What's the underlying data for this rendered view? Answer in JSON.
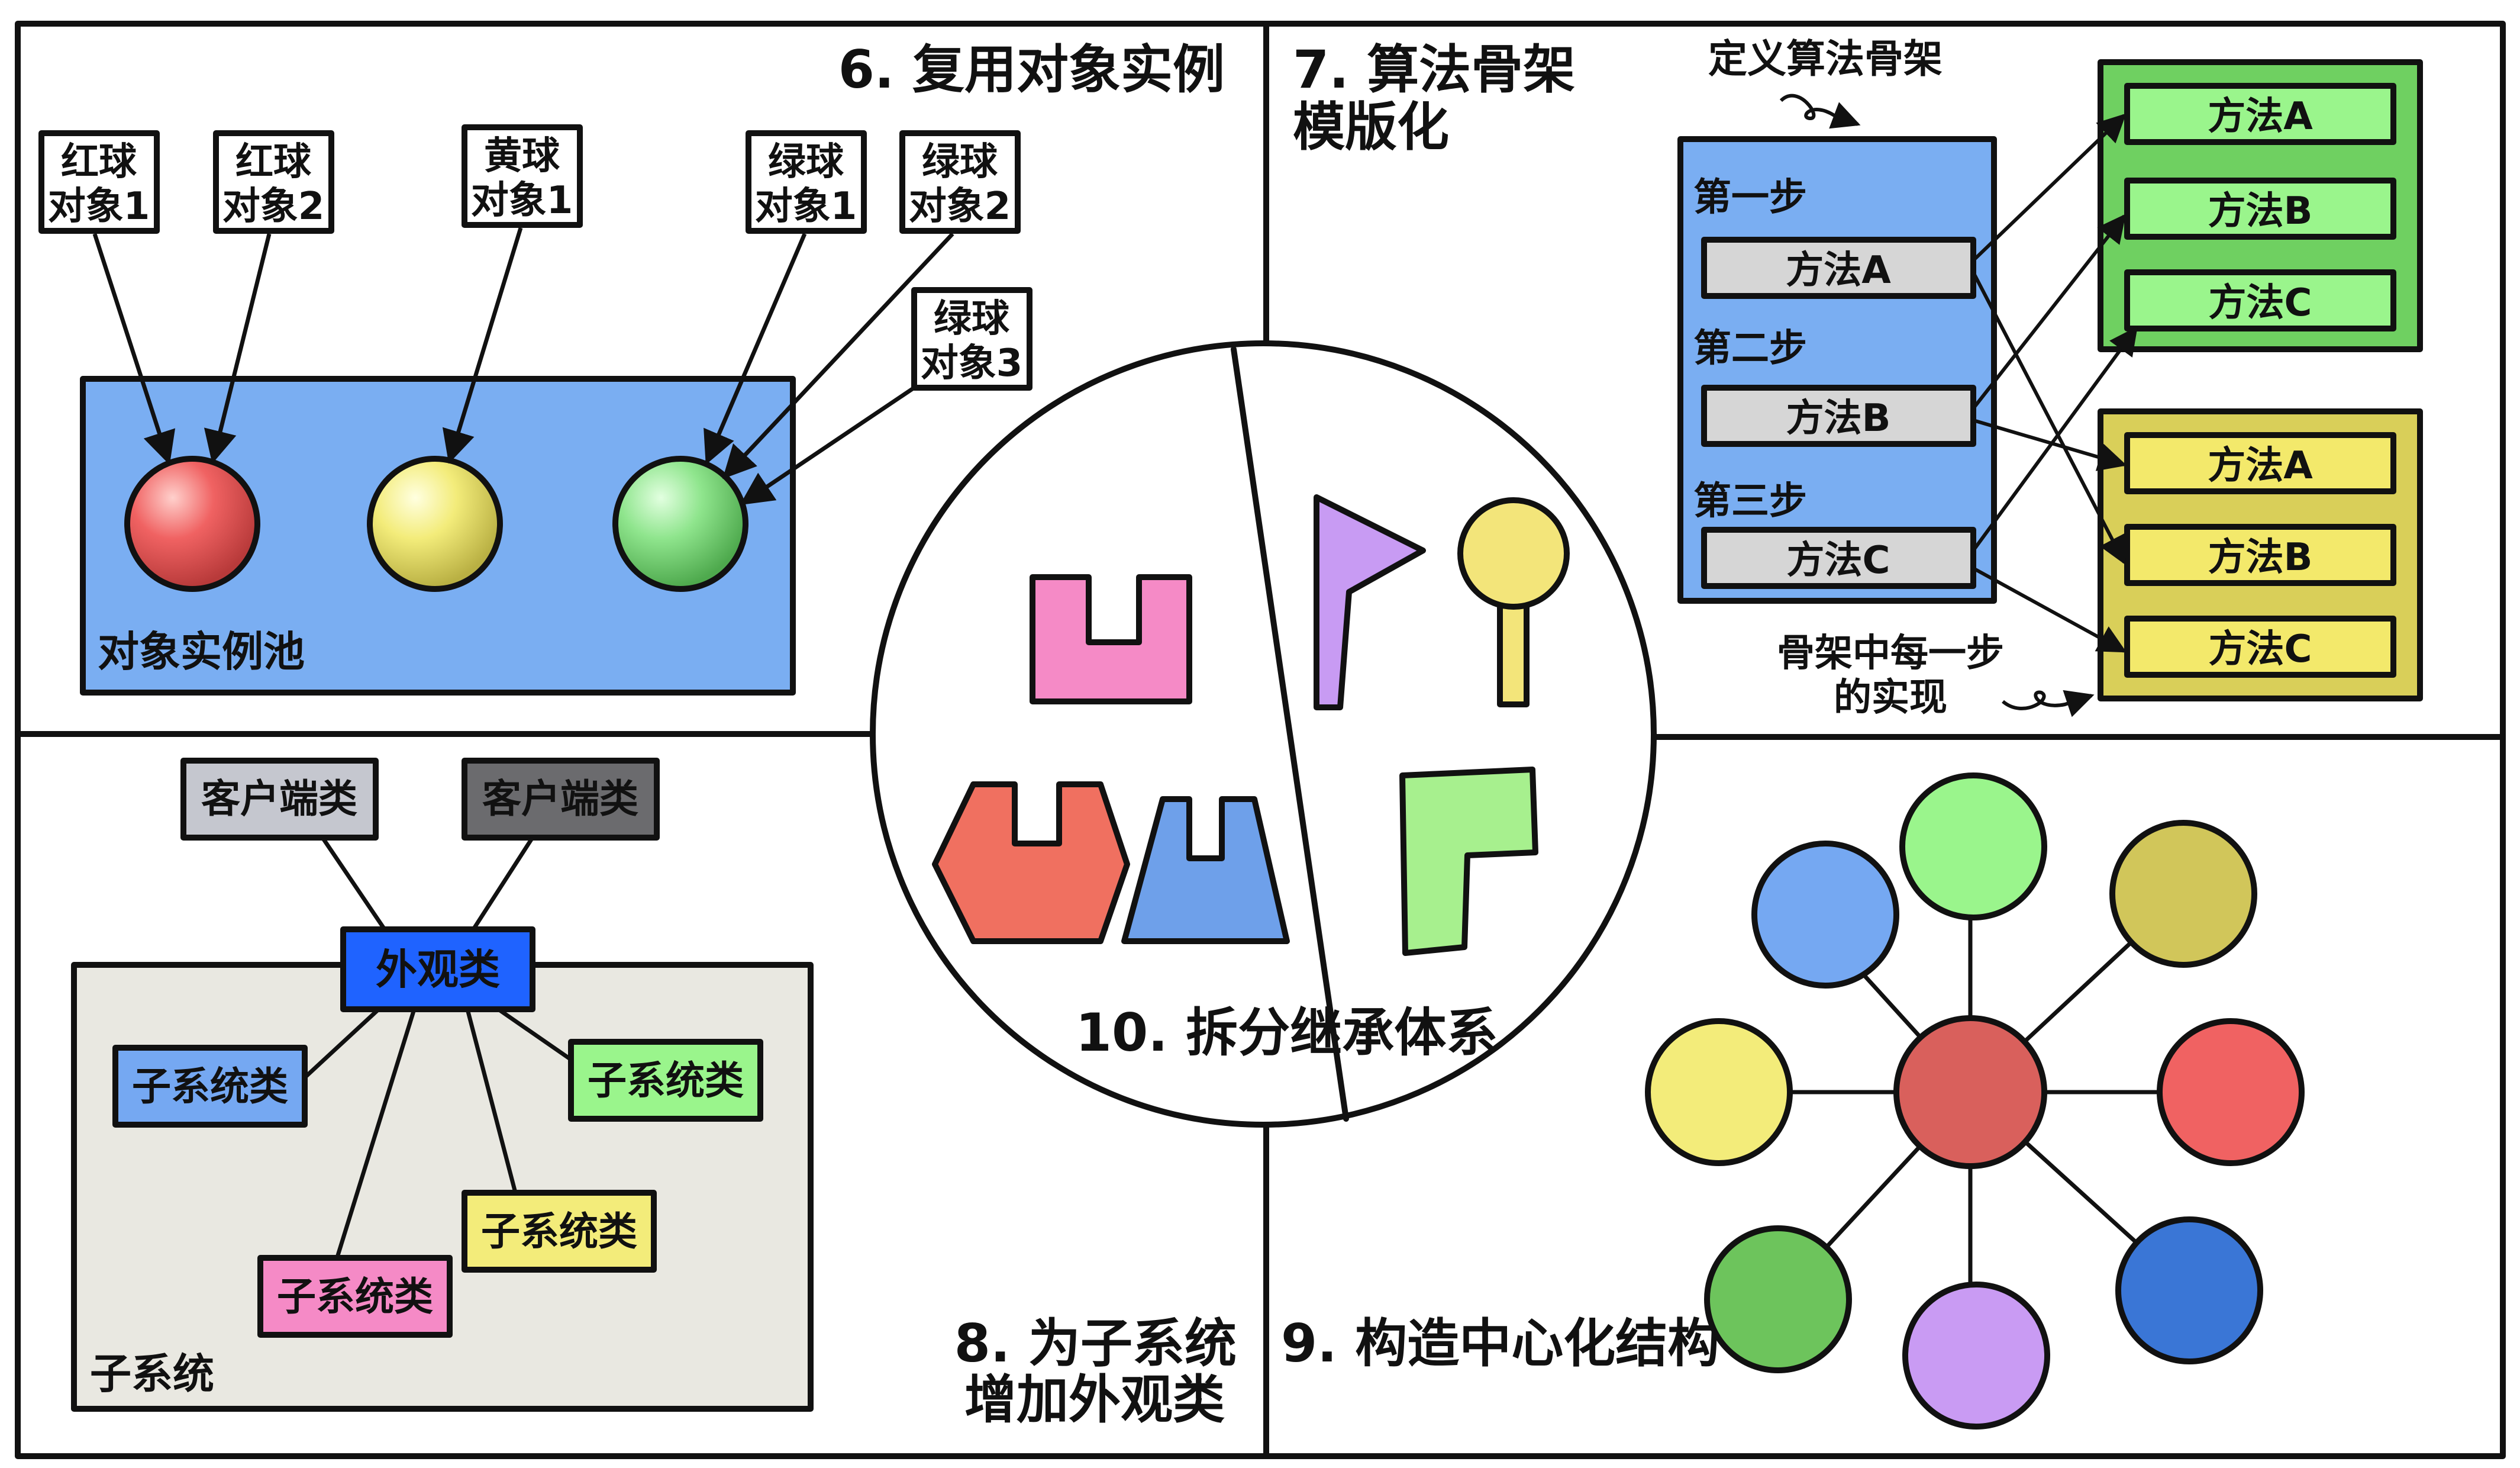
{
  "colors": {
    "pool_blue": "#7aaef2",
    "ball_red": "#f06262",
    "ball_yellow": "#f3ec7a",
    "ball_green": "#8fe58d",
    "grey_box": "#d6d6d6",
    "green_panel": "#6fd061",
    "green_item": "#9af58c",
    "olive_panel": "#d9cf59",
    "yellow_item": "#f3e96b",
    "facade_blue": "#1f63ff",
    "client_light": "#c5c7cf",
    "client_dark": "#6b6b6e",
    "subsystem_bg": "#e9e8e1",
    "sub_blue": "#75a8f2",
    "sub_green": "#9af58c",
    "sub_yellow": "#f3ec7a",
    "sub_pink": "#f58ac6",
    "center_red": "#d9605c",
    "pink_shape": "#f58ac6",
    "red_shape": "#f07060",
    "blue_shape": "#6ea0ea",
    "purple_shape": "#c89bf3",
    "yellow_shape": "#f3e57a",
    "green_shape": "#a7f08e"
  },
  "panel6": {
    "title": "6. 复用对象实例",
    "labels": [
      {
        "line1": "红球",
        "line2": "对象1"
      },
      {
        "line1": "红球",
        "line2": "对象2"
      },
      {
        "line1": "黄球",
        "line2": "对象1"
      },
      {
        "line1": "绿球",
        "line2": "对象1"
      },
      {
        "line1": "绿球",
        "line2": "对象2"
      },
      {
        "line1": "绿球",
        "line2": "对象3"
      }
    ],
    "pool_label": "对象实例池"
  },
  "panel7": {
    "title_line1": "7. 算法骨架",
    "title_line2": "模版化",
    "define_label": "定义算法骨架",
    "steps": [
      {
        "step": "第一步",
        "method": "方法A"
      },
      {
        "step": "第二步",
        "method": "方法B"
      },
      {
        "step": "第三步",
        "method": "方法C"
      }
    ],
    "impl1": [
      "方法A",
      "方法B",
      "方法C"
    ],
    "impl2": [
      "方法A",
      "方法B",
      "方法C"
    ],
    "impl_label_line1": "骨架中每一步",
    "impl_label_line2": "的实现"
  },
  "panel8": {
    "title_line1": "8. 为子系统",
    "title_line2": "增加外观类",
    "client1": "客户端类",
    "client2": "客户端类",
    "facade": "外观类",
    "subsystems": [
      "子系统类",
      "子系统类",
      "子系统类",
      "子系统类"
    ],
    "subsystem_label": "子系统"
  },
  "panel9": {
    "title": "9. 构造中心化结构"
  },
  "panel10": {
    "title": "10. 拆分继承体系"
  }
}
